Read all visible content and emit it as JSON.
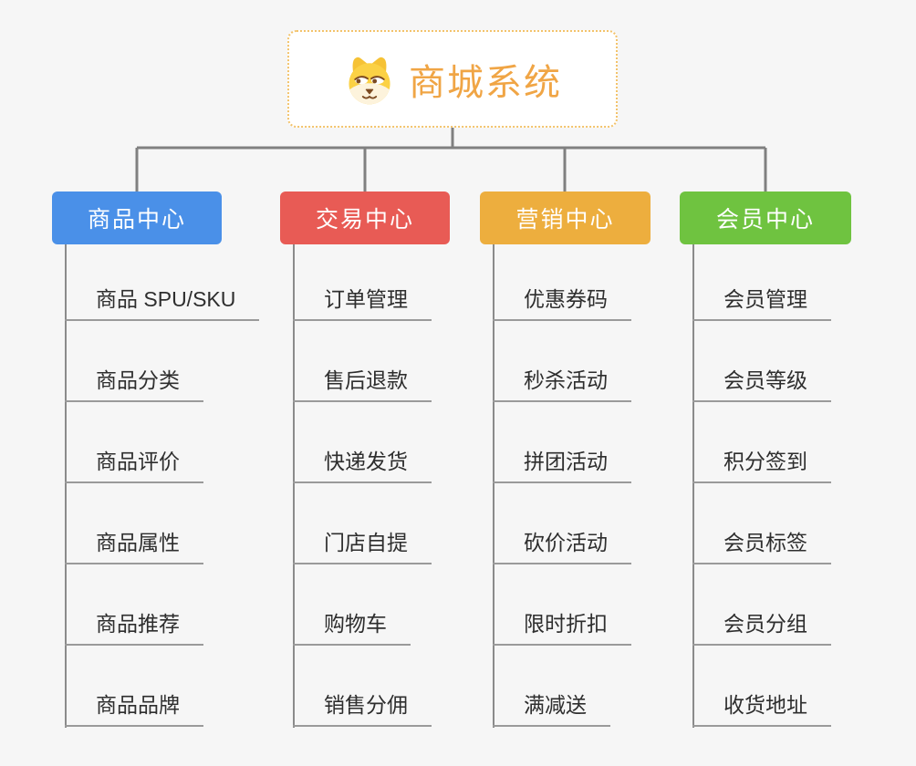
{
  "page": {
    "background_color": "#f6f6f6",
    "connector_color": "#808080",
    "spine_color": "#8b8b8b",
    "underline_color": "#9a9a9a"
  },
  "root": {
    "title": "商城系统",
    "icon": "dog-face-icon",
    "text_color": "#f0a545",
    "border_color": "#f3c36b",
    "background": "#ffffff"
  },
  "branches": [
    {
      "label": "商品中心",
      "color": "#4a90e8",
      "children": [
        "商品 SPU/SKU",
        "商品分类",
        "商品评价",
        "商品属性",
        "商品推荐",
        "商品品牌"
      ]
    },
    {
      "label": "交易中心",
      "color": "#e85b55",
      "children": [
        "订单管理",
        "售后退款",
        "快递发货",
        "门店自提",
        "购物车",
        "销售分佣"
      ]
    },
    {
      "label": "营销中心",
      "color": "#edae3e",
      "children": [
        "优惠券码",
        "秒杀活动",
        "拼团活动",
        "砍价活动",
        "限时折扣",
        "满减送"
      ]
    },
    {
      "label": "会员中心",
      "color": "#6fc340",
      "children": [
        "会员管理",
        "会员等级",
        "积分签到",
        "会员标签",
        "会员分组",
        "收货地址"
      ]
    }
  ]
}
